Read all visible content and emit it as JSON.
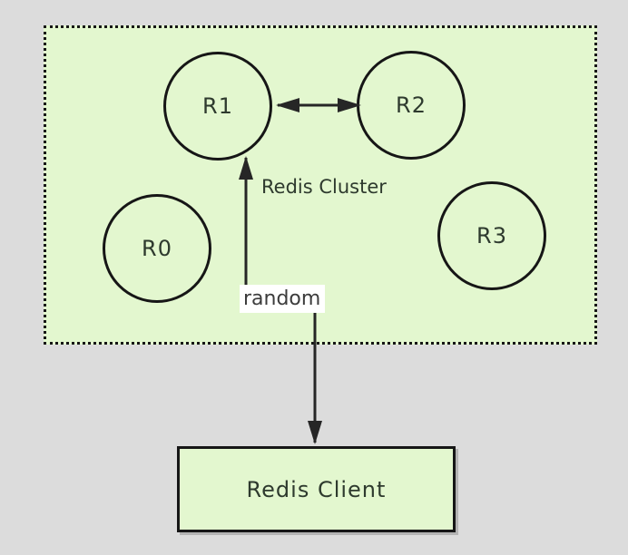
{
  "colors": {
    "page_background": "#dcdcdc",
    "node_fill": "#e3f7cf",
    "stroke": "#161616",
    "edge_label_background": "#ffffff",
    "text": "#2e3a2e"
  },
  "cluster": {
    "label": "Redis Cluster",
    "nodes": [
      {
        "label": "R0"
      },
      {
        "label": "R1"
      },
      {
        "label": "R2"
      },
      {
        "label": "R3"
      }
    ]
  },
  "edges": {
    "client_to_r1_label": "random"
  },
  "client": {
    "label": "Redis Client"
  }
}
